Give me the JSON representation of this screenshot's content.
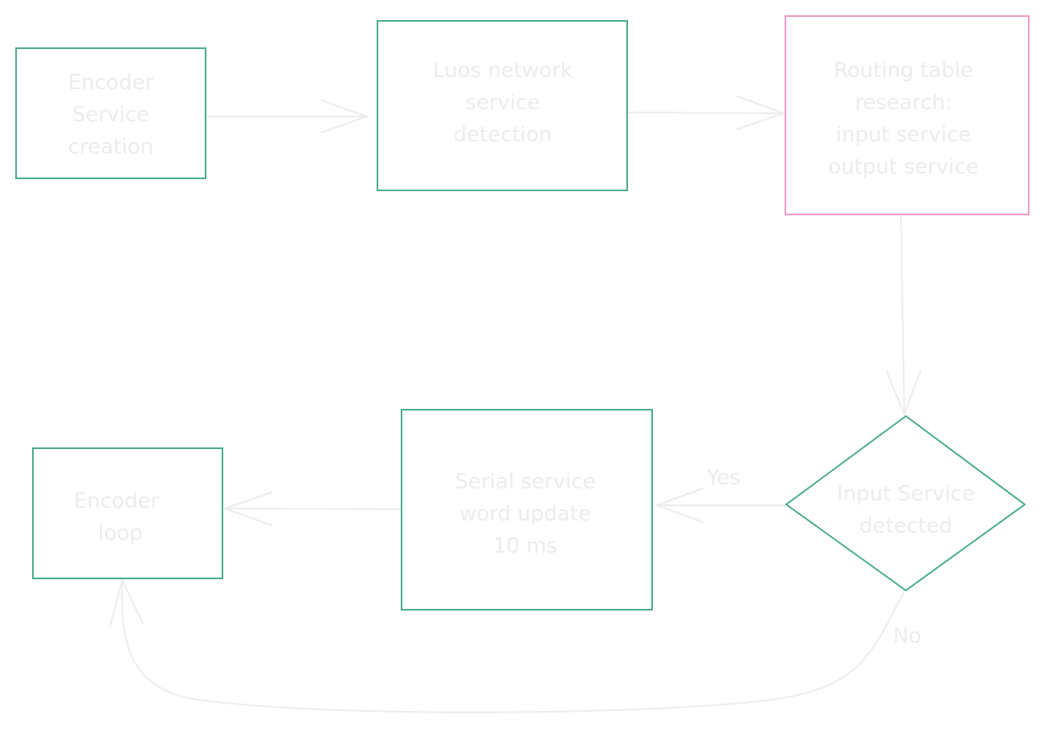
{
  "colors": {
    "process_stroke": "#4aab8e",
    "highlight_stroke": "#f397c5",
    "edge_stroke": "#ececec",
    "text": "#ececec"
  },
  "nodes": [
    {
      "id": "encoder-service-creation",
      "shape": "rect",
      "stroke": "process_stroke",
      "lines": [
        "Encoder",
        "Service",
        "creation"
      ]
    },
    {
      "id": "luos-network-detection",
      "shape": "rect",
      "stroke": "process_stroke",
      "lines": [
        "Luos network",
        "service",
        "detection"
      ]
    },
    {
      "id": "routing-table-research",
      "shape": "rect",
      "stroke": "highlight_stroke",
      "lines": [
        "Routing table",
        "research:",
        "input service",
        "output service"
      ]
    },
    {
      "id": "input-service-detected",
      "shape": "diamond",
      "stroke": "process_stroke",
      "lines": [
        "Input Service",
        "detected"
      ]
    },
    {
      "id": "serial-service-update",
      "shape": "rect",
      "stroke": "process_stroke",
      "lines": [
        "Serial service",
        "word update",
        "10 ms"
      ]
    },
    {
      "id": "encoder-loop",
      "shape": "rect",
      "stroke": "process_stroke",
      "lines": [
        "Encoder",
        "loop"
      ]
    }
  ],
  "edges": [
    {
      "from": "encoder-service-creation",
      "to": "luos-network-detection",
      "label": ""
    },
    {
      "from": "luos-network-detection",
      "to": "routing-table-research",
      "label": ""
    },
    {
      "from": "routing-table-research",
      "to": "input-service-detected",
      "label": ""
    },
    {
      "from": "input-service-detected",
      "to": "serial-service-update",
      "label": "Yes"
    },
    {
      "from": "serial-service-update",
      "to": "encoder-loop",
      "label": ""
    },
    {
      "from": "input-service-detected",
      "to": "encoder-loop",
      "label": "No"
    }
  ]
}
